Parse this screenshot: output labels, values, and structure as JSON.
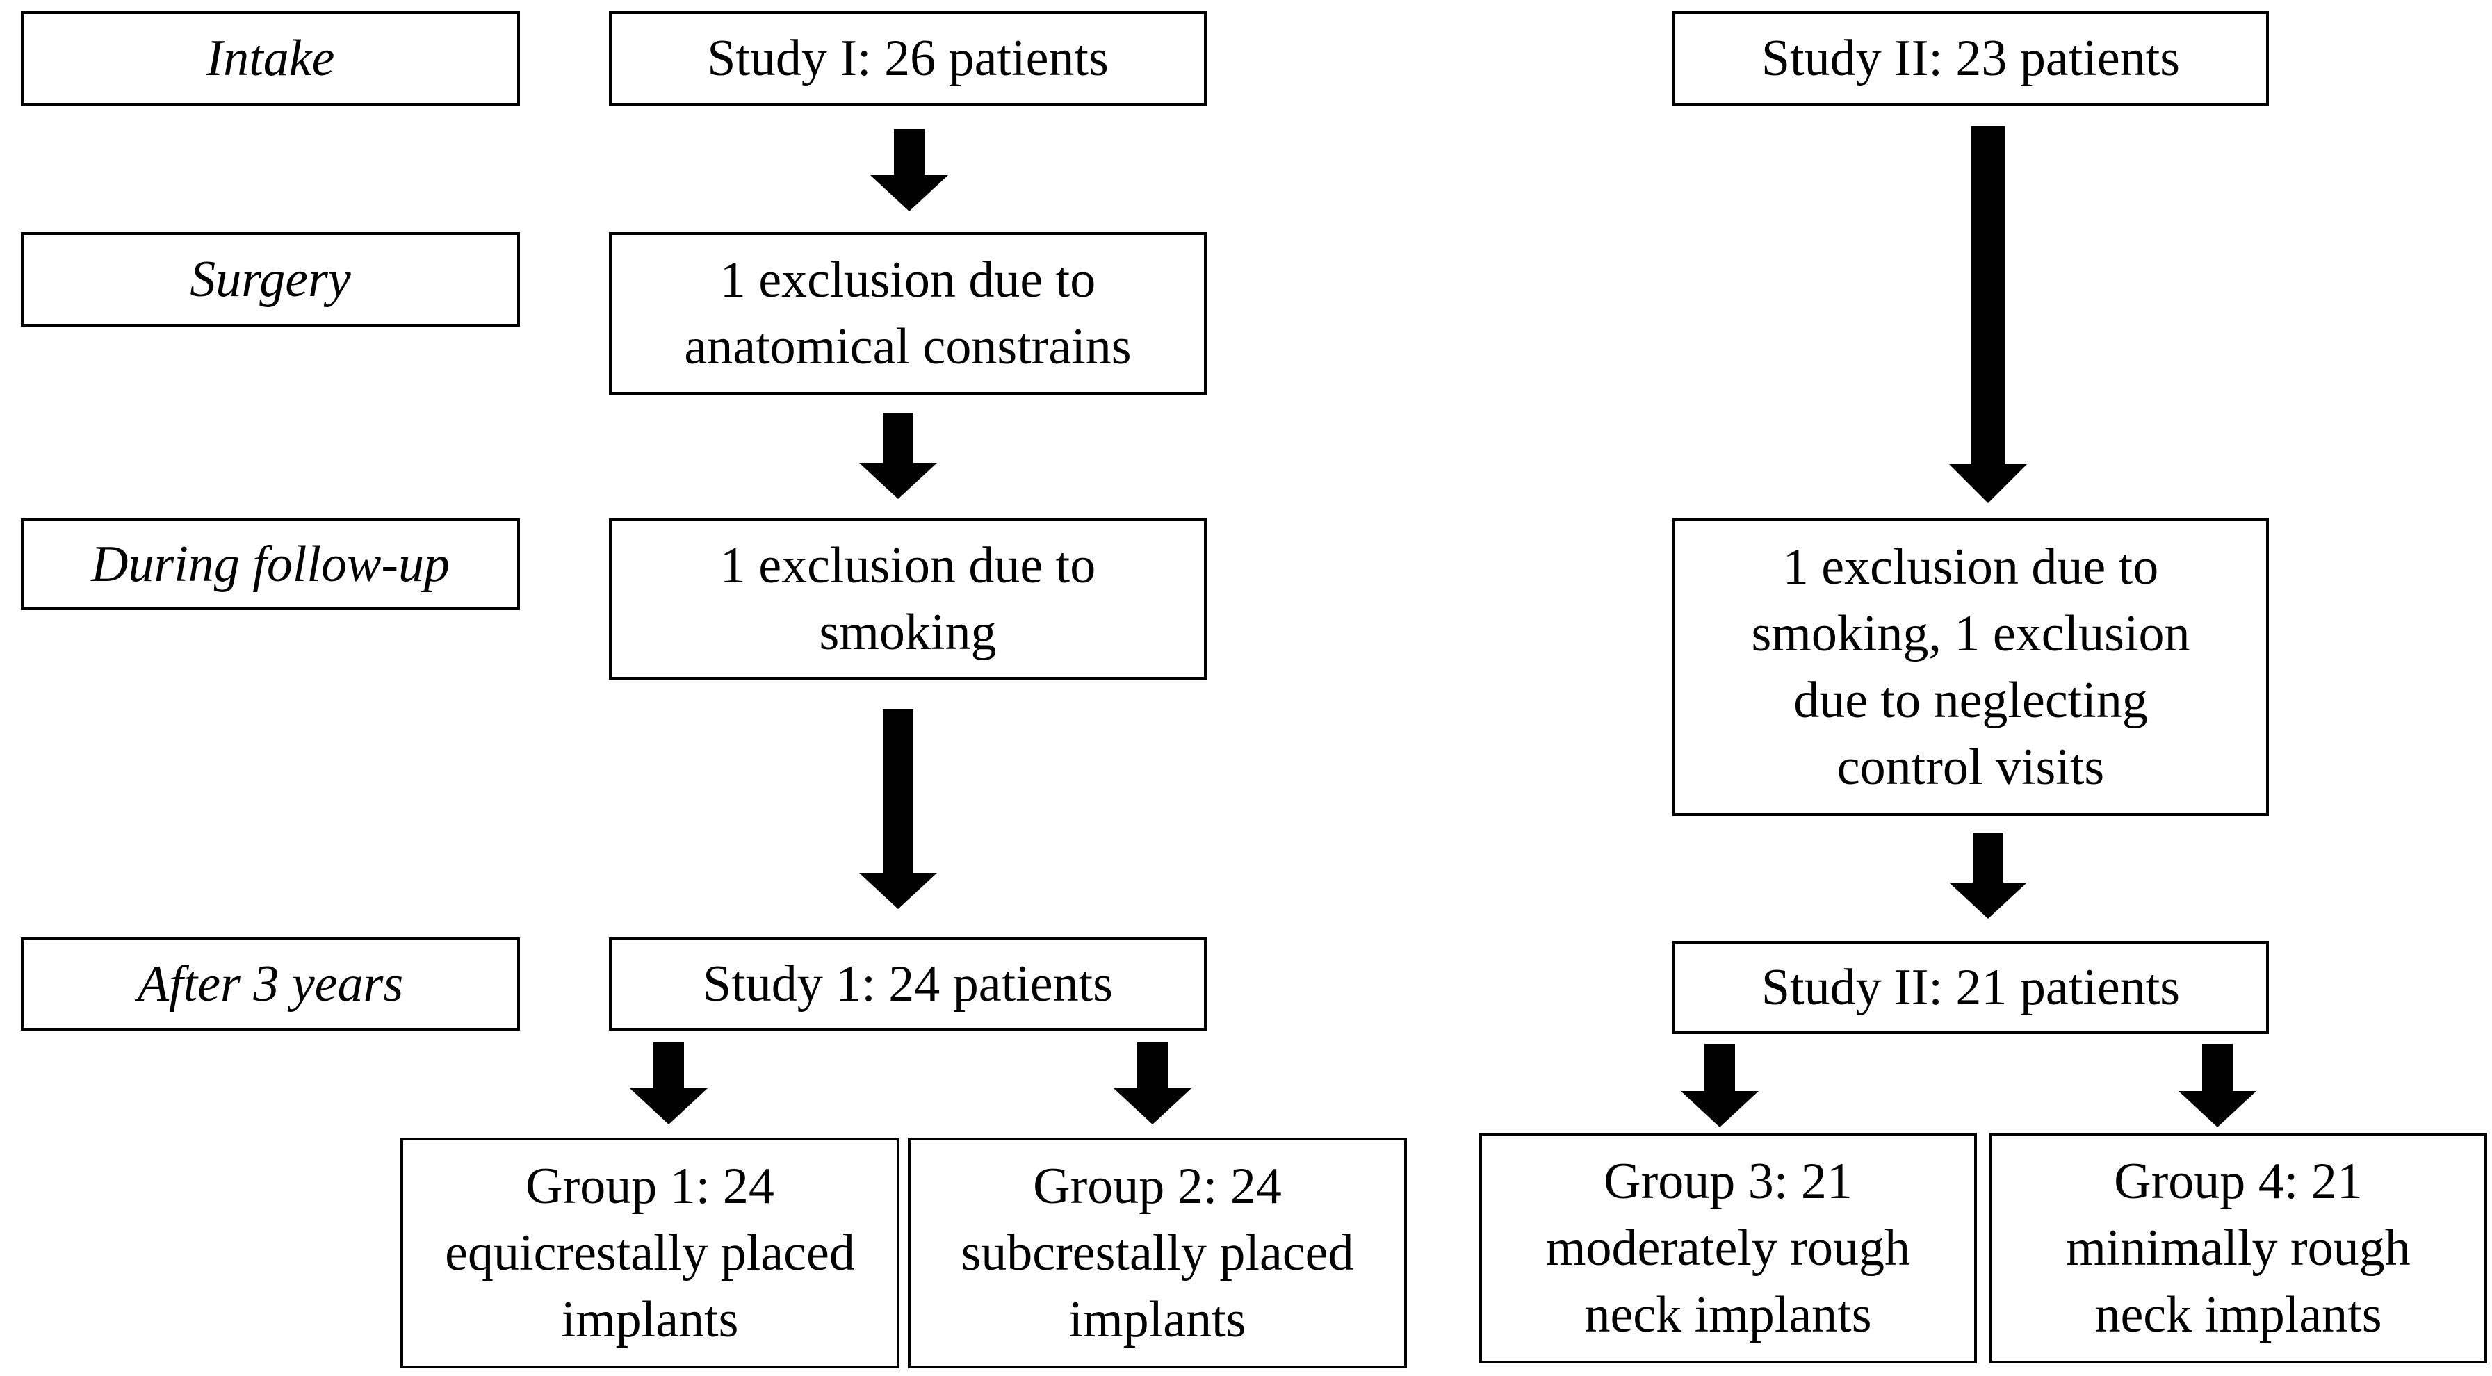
{
  "stages": {
    "intake": "Intake",
    "surgery": "Surgery",
    "follow_up": "During follow-up",
    "after": "After 3 years"
  },
  "study1": {
    "intake": "Study I: 26 patients",
    "surgery_exclusion": [
      "1 exclusion due to",
      "anatomical constrains"
    ],
    "followup_exclusion": [
      "1 exclusion due to",
      "smoking"
    ],
    "result": "Study 1: 24 patients",
    "group1": [
      "Group 1: 24",
      "equicrestally placed",
      "implants"
    ],
    "group2": [
      "Group 2: 24",
      "subcrestally placed",
      "implants"
    ]
  },
  "study2": {
    "intake": "Study II: 23 patients",
    "followup_exclusion": [
      "1 exclusion due to",
      "smoking, 1 exclusion",
      "due to neglecting",
      "control visits"
    ],
    "result": "Study II: 21 patients",
    "group3": [
      "Group 3: 21",
      "moderately rough",
      "neck implants"
    ],
    "group4": [
      "Group 4: 21",
      "minimally rough",
      "neck implants"
    ]
  }
}
